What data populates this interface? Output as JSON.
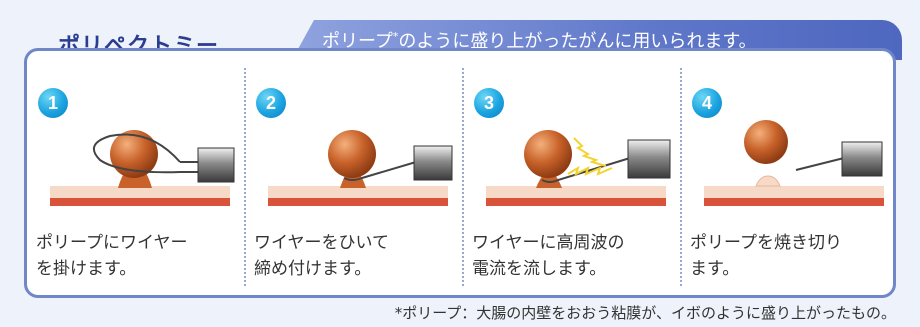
{
  "header": {
    "title": "ポリペクトミー",
    "banner_main": "ポリープ",
    "banner_mark": "*",
    "banner_rest": "のように盛り上がったがんに用いられます。"
  },
  "steps": [
    {
      "number": "1",
      "caption": "ポリープにワイヤー\nを掛けます。"
    },
    {
      "number": "2",
      "caption": "ワイヤーをひいて\n締め付けます。"
    },
    {
      "number": "3",
      "caption": "ワイヤーに高周波の\n電流を流します。"
    },
    {
      "number": "4",
      "caption": "ポリープを焼き切り\nます。"
    }
  ],
  "footnote": "*ポリープ：大腸の内壁をおおう粘膜が、イボのように盛り上がったもの。",
  "colors": {
    "accent": "#2a3d8f",
    "banner": "#5f77c9",
    "border": "#6f86c9",
    "number_badge": "#1aa3e0",
    "polyp": "#c8622a",
    "mucosa": "#f6d9c6",
    "muscle": "#d9533b",
    "spark": "#f3d330"
  }
}
